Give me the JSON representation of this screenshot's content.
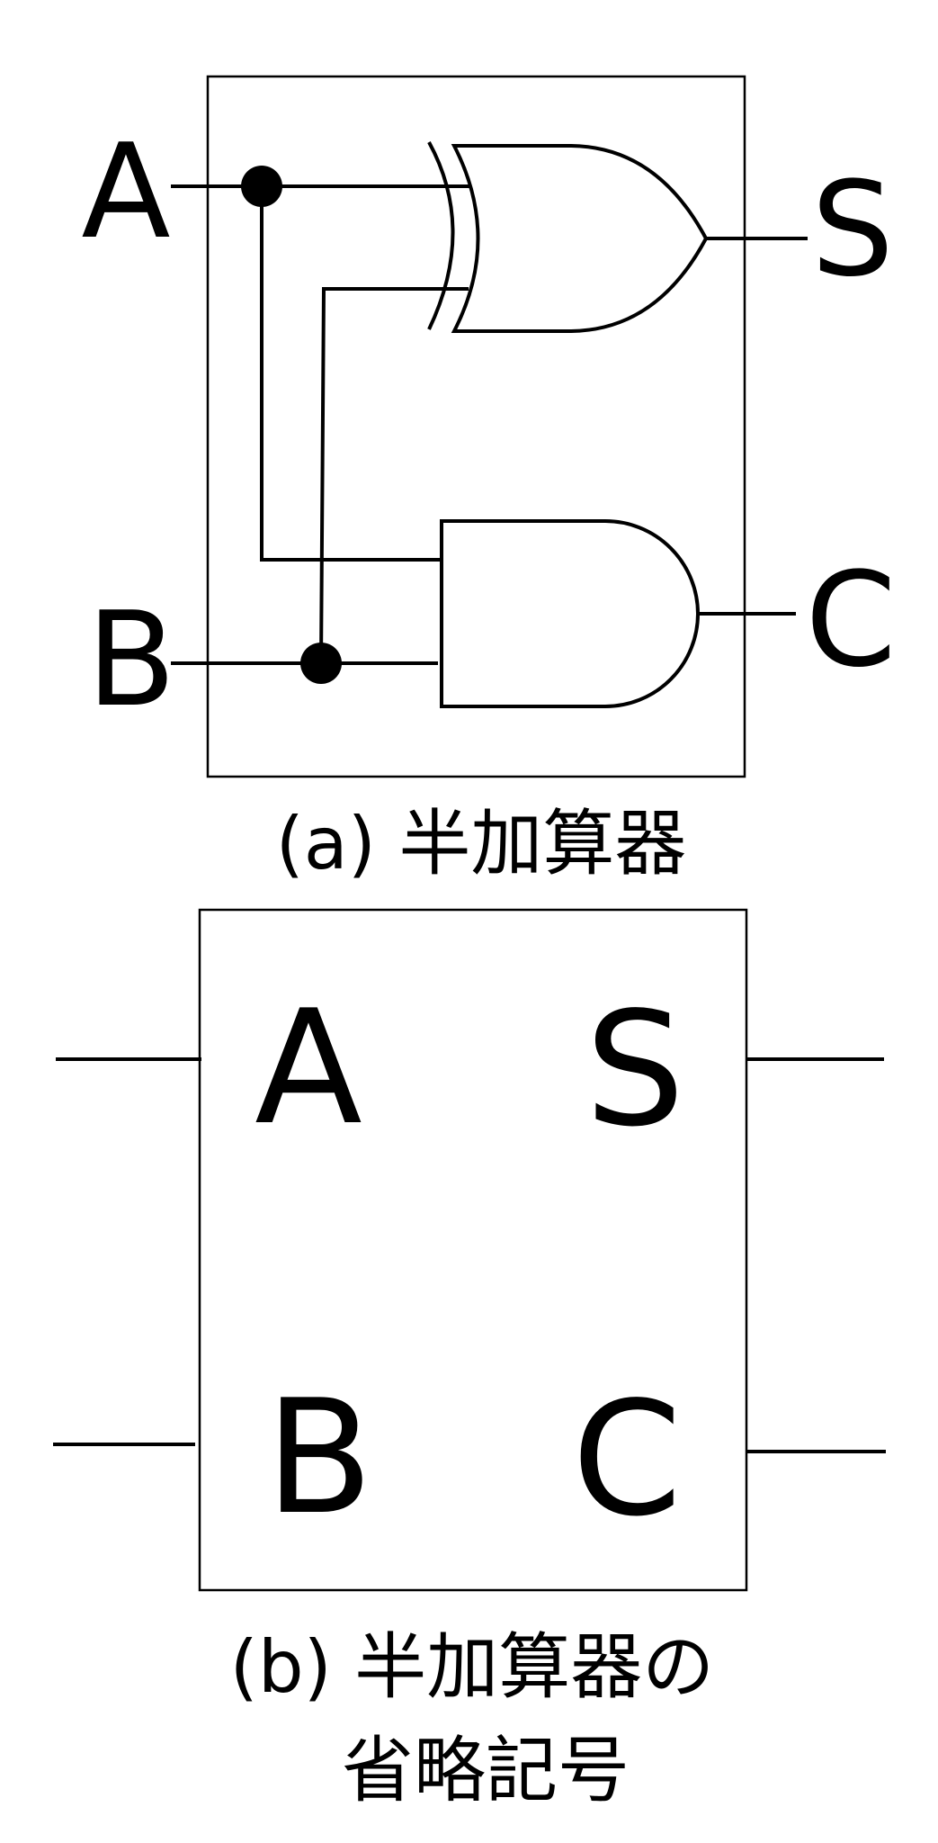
{
  "circuit": {
    "inputs": [
      "A",
      "B"
    ],
    "outputs": [
      "S",
      "C"
    ],
    "caption": "(a) 半加算器"
  },
  "symbol": {
    "inputs": [
      "A",
      "B"
    ],
    "outputs": [
      "S",
      "C"
    ],
    "caption_line1": "(b) 半加算器の",
    "caption_line2": "省略記号"
  },
  "colors": {
    "line": "#000000",
    "background": "#ffffff"
  }
}
